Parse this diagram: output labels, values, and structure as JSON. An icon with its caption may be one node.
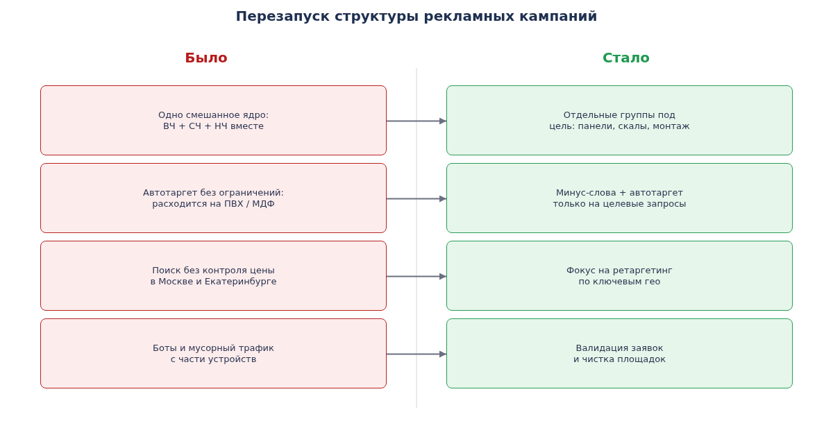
{
  "diagram": {
    "title": "Перезапуск структуры рекламных кампаний",
    "nodes": [
      {
        "text": [
          "Одно смешанное ядро: ВЧ + СЧ + НЧ вместе"
        ]
      },
      {
        "text": [
          "Автотаргет без ограничений: расходится на ПВХ / МДФ"
        ]
      },
      {
        "text": [
          "Поиск без контроля цены в Москве и Екатеринбурге"
        ]
      },
      {
        "text": [
          "Боты и мусорный трафик с части устройств"
        ]
      },
      {
        "text": [
          "Отдельные группы под цель: панели, скалы, монтаж"
        ]
      },
      {
        "text": [
          "Минус-слова + автотаргет только на целевые запросы"
        ]
      },
      {
        "text": [
          "Фокус на ретаргетинг по ключевым гео"
        ]
      },
      {
        "text": [
          "Валидация заявок и чистка площадок"
        ]
      }
    ],
    "edges": [
      {
        "from": 0,
        "to": 4,
        "arrow": "to"
      },
      {
        "from": 1,
        "to": 5,
        "arrow": "to"
      },
      {
        "from": 2,
        "to": 6,
        "arrow": "to"
      },
      {
        "from": 3,
        "to": 7,
        "arrow": "to"
      }
    ],
    "labels": [
      "Было",
      "Стало"
    ]
  }
}
